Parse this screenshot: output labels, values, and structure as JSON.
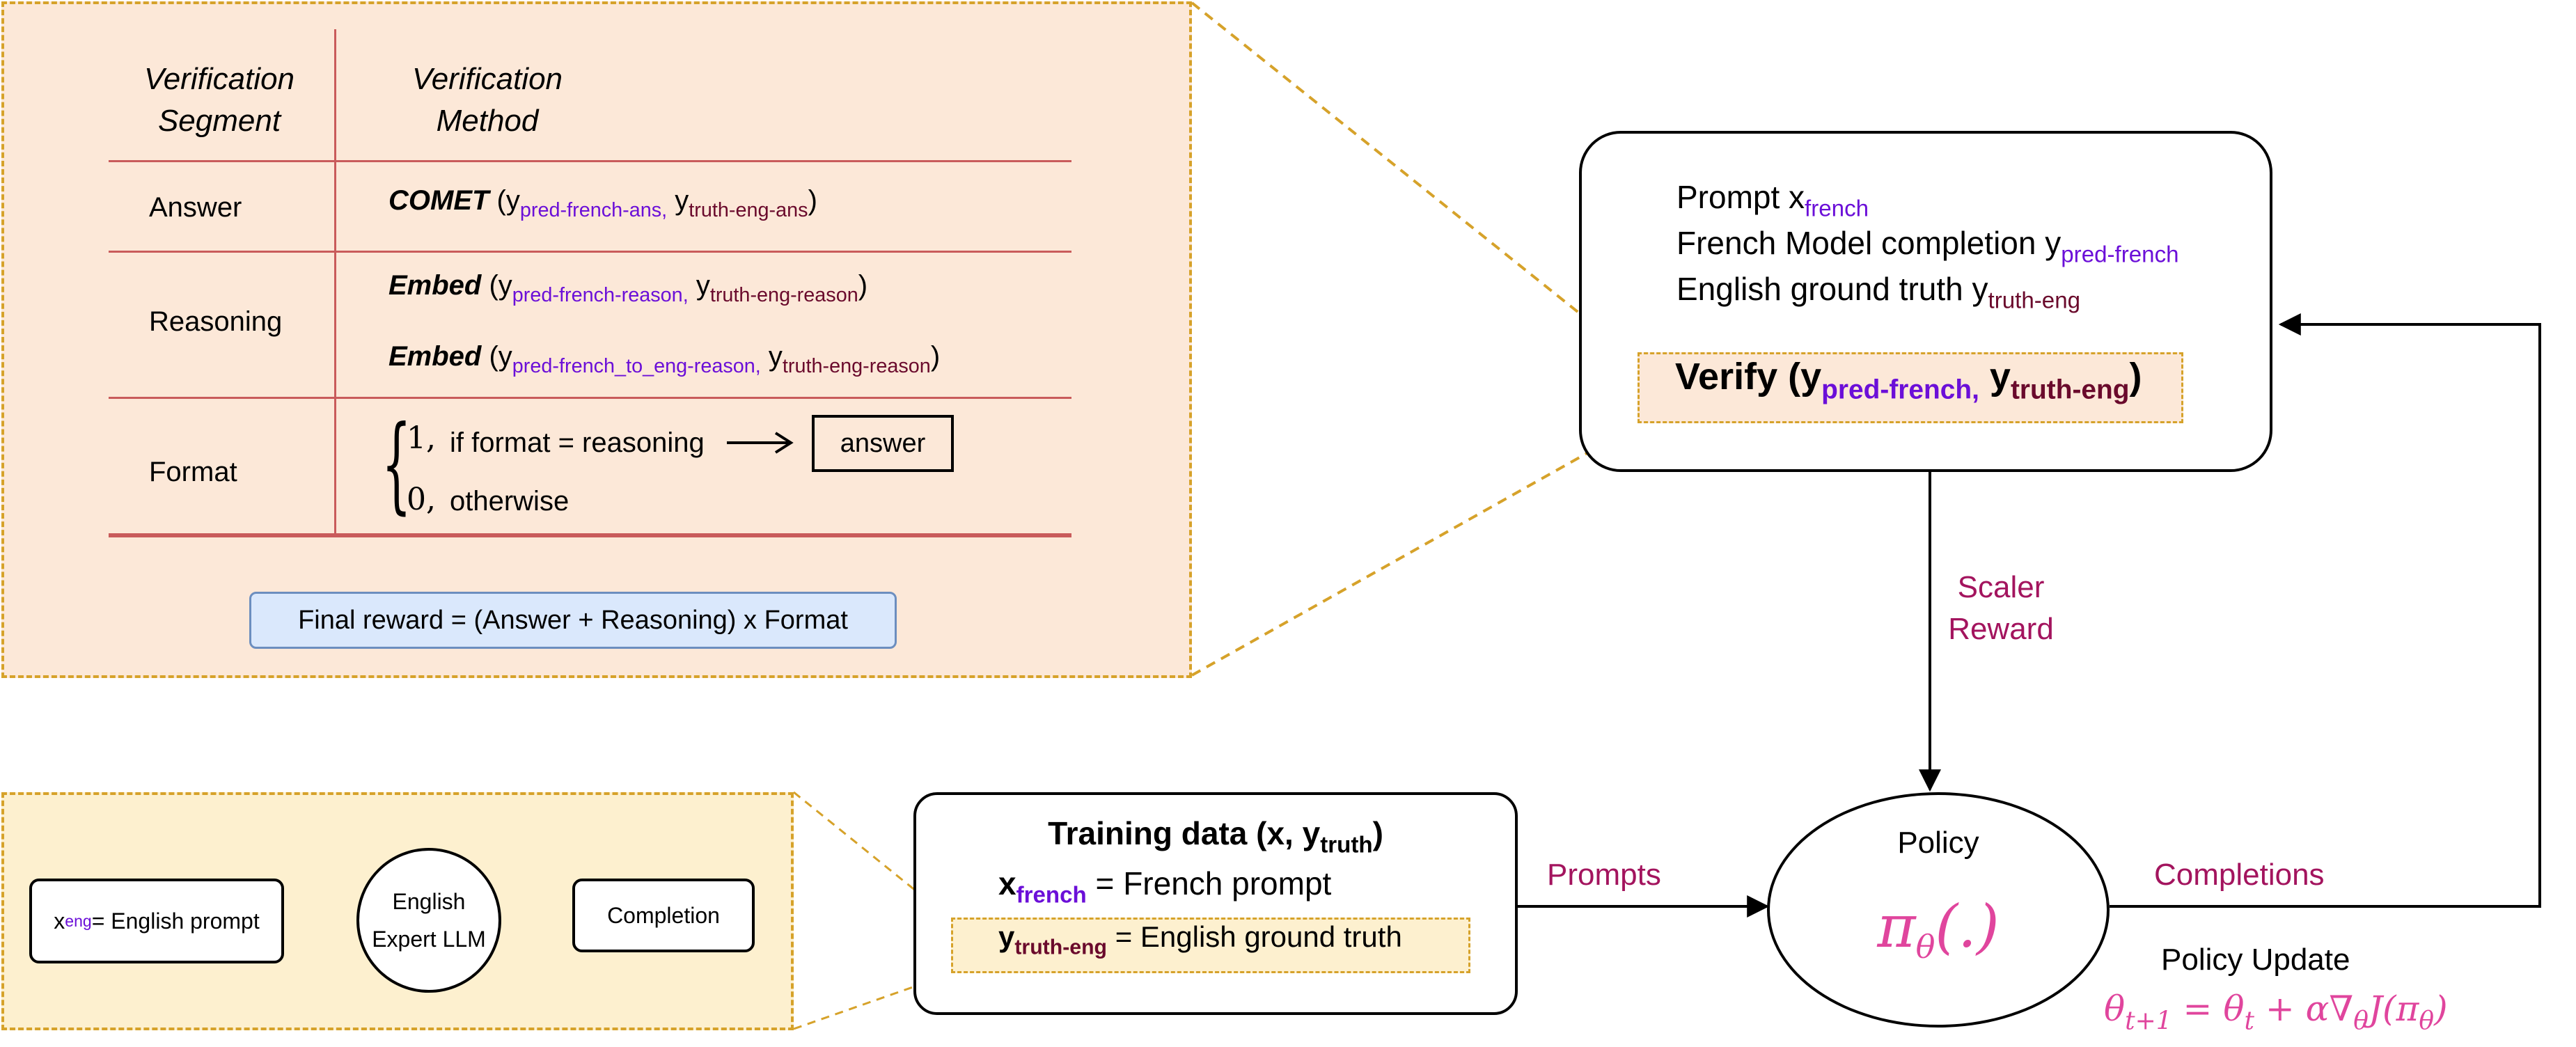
{
  "table": {
    "header_segment": "Verification Segment",
    "header_method": "Verification Method",
    "rows": {
      "answer": {
        "segment": "Answer",
        "fn": "COMET",
        "arg1": "pred-french-ans,",
        "arg2": "truth-eng-ans"
      },
      "reasoning": {
        "segment": "Reasoning",
        "line1": {
          "fn": "Embed",
          "arg1": "pred-french-reason,",
          "arg2": "truth-eng-reason"
        },
        "line2": {
          "fn": "Embed",
          "arg1": "pred-french_to_eng-reason,",
          "arg2": "truth-eng-reason"
        }
      },
      "format": {
        "segment": "Format",
        "one": "1,",
        "zero": "0,",
        "cond1": "if format = reasoning",
        "answer_box": "answer",
        "cond0": "otherwise"
      }
    },
    "final_reward": "Final reward = (Answer + Reasoning) x Format"
  },
  "verify_box": {
    "prompt_label": "Prompt x",
    "prompt_sub": "french",
    "completion_label": "French Model completion y",
    "completion_sub": "pred-french",
    "truth_label": "English ground truth y",
    "truth_sub": "truth-eng",
    "verify_fn": "Verify (y",
    "verify_sub1": "pred-french,",
    "verify_y": " y",
    "verify_sub2": "truth-eng",
    "verify_close": ")"
  },
  "scaler_reward": {
    "line1": "Scaler",
    "line2": "Reward"
  },
  "policy": {
    "label": "Policy",
    "formula": "πθ(.)"
  },
  "policy_update": {
    "label": "Policy Update",
    "formula": "θt+1 = θt + α∇θJ(πθ)"
  },
  "edges": {
    "prompts": "Prompts",
    "completions": "Completions"
  },
  "training": {
    "title": "Training data (x, y",
    "title_sub": "truth",
    "title_close": ")",
    "x_var": "x",
    "x_sub": "french",
    "x_text": " = French prompt",
    "y_var": "y",
    "y_sub": "truth-eng",
    "y_text": " = English ground truth"
  },
  "expert": {
    "prompt_var": "x",
    "prompt_sub": "eng",
    "prompt_text": " = English prompt",
    "llm_line1": "English",
    "llm_line2": "Expert LLM",
    "completion": "Completion"
  },
  "colors": {
    "table_panel_bg": "#fce8d8",
    "expert_panel_bg": "#fdf0cf",
    "dashed_border": "#d6a22a",
    "final_reward_bg": "#dae8fc",
    "final_reward_border": "#6c8ebf",
    "purple": "#6b0fd8",
    "maroon": "#6a0a2c",
    "magenta": "#a3145e",
    "pink": "#e0459d"
  }
}
